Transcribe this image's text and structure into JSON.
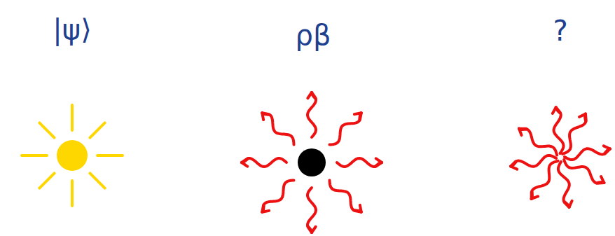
{
  "diagram": {
    "labels": [
      "|ψ⟩",
      "ρβ",
      "?"
    ]
  }
}
